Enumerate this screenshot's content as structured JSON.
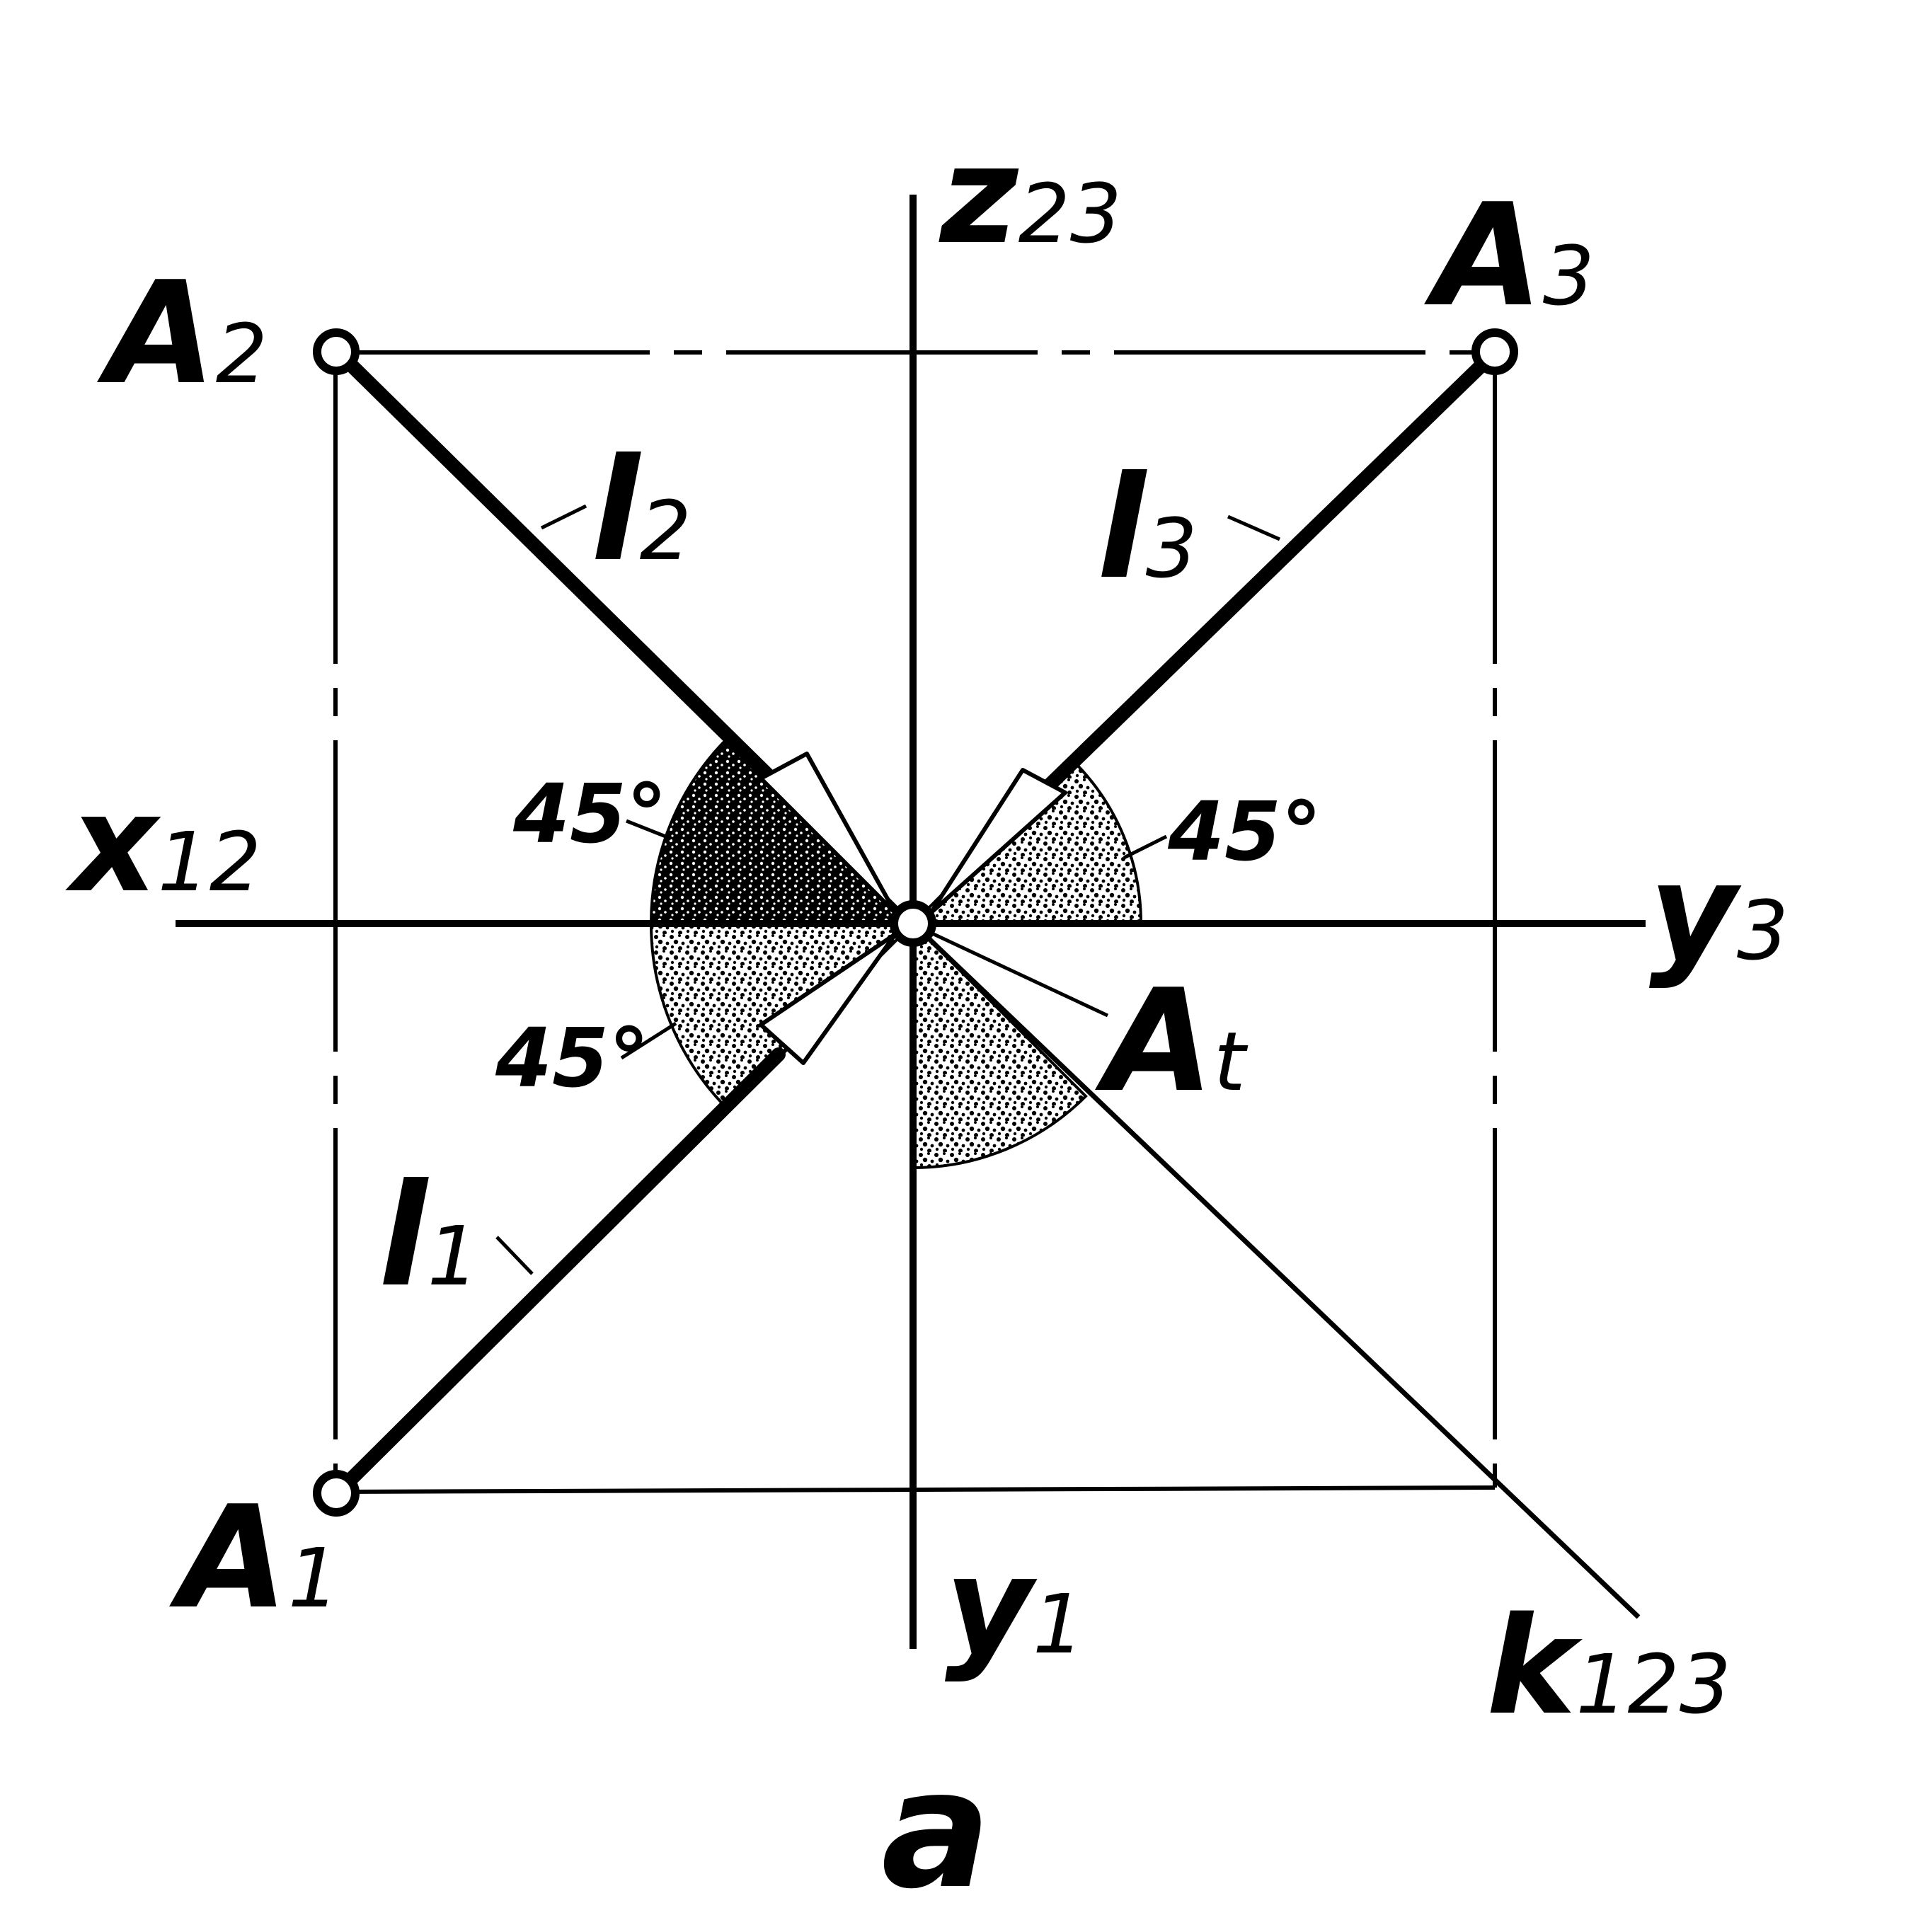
{
  "figure_label": "a",
  "points": {
    "A1": {
      "base": "A",
      "sub": "1"
    },
    "A2": {
      "base": "A",
      "sub": "2"
    },
    "A3": {
      "base": "A",
      "sub": "3"
    },
    "At": {
      "base": "A",
      "sub": "t"
    }
  },
  "axes": {
    "z": {
      "base": "z",
      "sub": "23"
    },
    "x": {
      "base": "x",
      "sub": "12"
    },
    "y3": {
      "base": "y",
      "sub": "3"
    },
    "y1": {
      "base": "y",
      "sub": "1"
    },
    "k": {
      "base": "k",
      "sub": "123"
    }
  },
  "lines": {
    "l1": {
      "base": "l",
      "sub": "1"
    },
    "l2": {
      "base": "l",
      "sub": "2"
    },
    "l3": {
      "base": "l",
      "sub": "3"
    }
  },
  "angles": {
    "upper_left": "45°",
    "lower_left": "45°",
    "upper_right": "45°"
  },
  "colors": {
    "ink": "#000000",
    "paper": "#ffffff"
  }
}
